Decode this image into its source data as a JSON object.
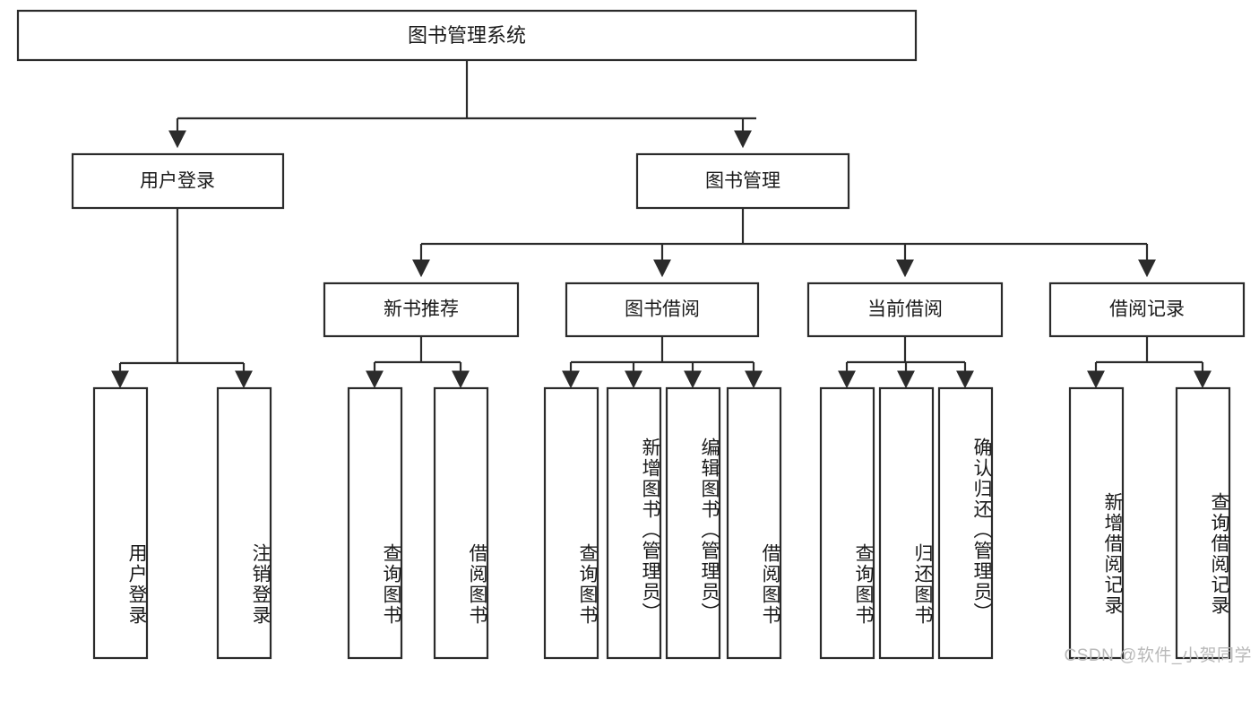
{
  "diagram": {
    "title": "图书管理系统",
    "watermark": "CSDN @软件_小贺同学",
    "style": {
      "box_fill": "#ffffff",
      "box_stroke": "#2b2b2b",
      "text_color": "#1a1a1a",
      "watermark_color": "#b9b9b9",
      "background": "#ffffff"
    },
    "levels": {
      "root": {
        "label": "图书管理系统"
      },
      "level2": [
        {
          "label": "用户登录"
        },
        {
          "label": "图书管理"
        }
      ],
      "level3": [
        {
          "label": "新书推荐"
        },
        {
          "label": "图书借阅"
        },
        {
          "label": "当前借阅"
        },
        {
          "label": "借阅记录"
        }
      ],
      "leaves": [
        {
          "label": "用户登录",
          "parent": "用户登录"
        },
        {
          "label": "注销登录",
          "parent": "用户登录"
        },
        {
          "label": "查询图书",
          "parent": "新书推荐"
        },
        {
          "label": "借阅图书",
          "parent": "新书推荐"
        },
        {
          "label": "查询图书",
          "parent": "图书借阅"
        },
        {
          "label": "新增图书（管理员）",
          "parent": "图书借阅"
        },
        {
          "label": "编辑图书（管理员）",
          "parent": "图书借阅"
        },
        {
          "label": "借阅图书",
          "parent": "图书借阅"
        },
        {
          "label": "查询图书",
          "parent": "当前借阅"
        },
        {
          "label": "归还图书",
          "parent": "当前借阅"
        },
        {
          "label": "确认归还（管理员）",
          "parent": "当前借阅"
        },
        {
          "label": "新增借阅记录",
          "parent": "借阅记录"
        },
        {
          "label": "查询借阅记录",
          "parent": "借阅记录"
        }
      ]
    }
  }
}
